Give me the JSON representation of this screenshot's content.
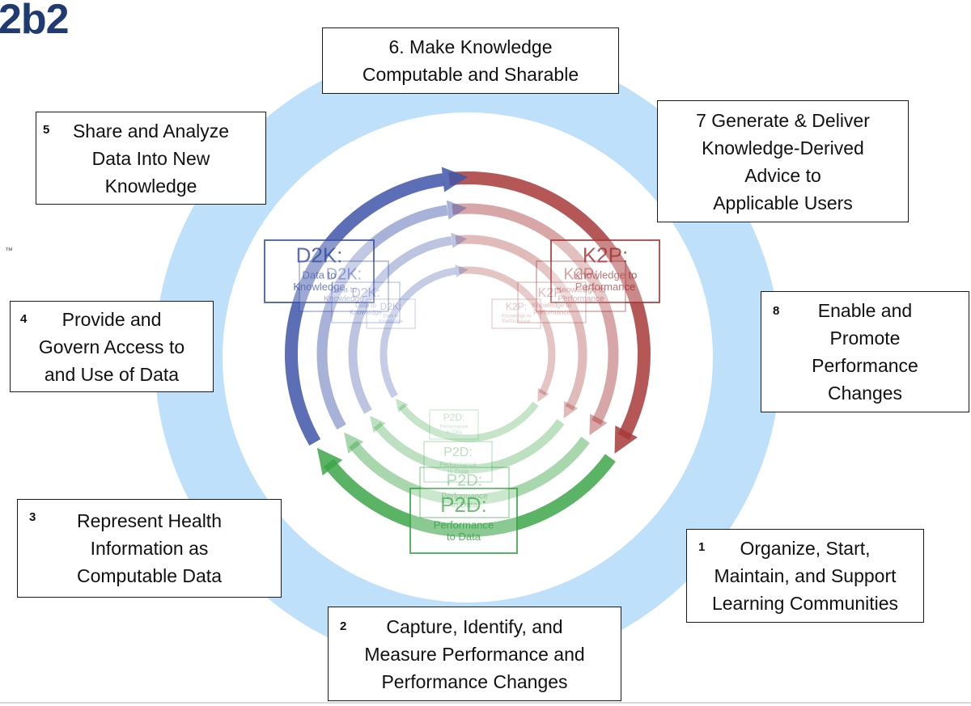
{
  "logo": {
    "text": "2b2",
    "trademark": "™"
  },
  "steps": [
    {
      "id": "s1",
      "number": "1",
      "text": "Organize, Start,\nMaintain, and Support\nLearning Communities"
    },
    {
      "id": "s2",
      "number": "2",
      "text": "Capture, Identify, and\nMeasure Performance and\nPerformance Changes"
    },
    {
      "id": "s3",
      "number": "3",
      "text": "Represent Health\nInformation as\nComputable Data"
    },
    {
      "id": "s4",
      "number": "4",
      "text": "Provide and\nGovern Access to\nand Use of Data"
    },
    {
      "id": "s5",
      "number": "5",
      "text": "Share and Analyze\nData Into New\nKnowledge"
    },
    {
      "id": "s6",
      "number": "",
      "text": "6. Make Knowledge\nComputable and Sharable"
    },
    {
      "id": "s7",
      "number": "",
      "text": "7 Generate & Deliver\nKnowledge-Derived\nAdvice to\nApplicable Users"
    },
    {
      "id": "s8",
      "number": "8",
      "text": "Enable and\nPromote\nPerformance\nChanges"
    }
  ],
  "cycle": {
    "d2k": {
      "abbr": "D2K:",
      "full": "Data to\nKnowledge"
    },
    "k2p": {
      "abbr": "K2P:",
      "full": "Knowledge to\nPerformance"
    },
    "p2d": {
      "abbr": "P2D:",
      "full": "Performance\nto Data"
    }
  },
  "colors": {
    "outer_ring": "#bfe0fb",
    "d2k": "#3f55a8",
    "k2p": "#a83a3a",
    "p2d": "#3ea64a"
  }
}
